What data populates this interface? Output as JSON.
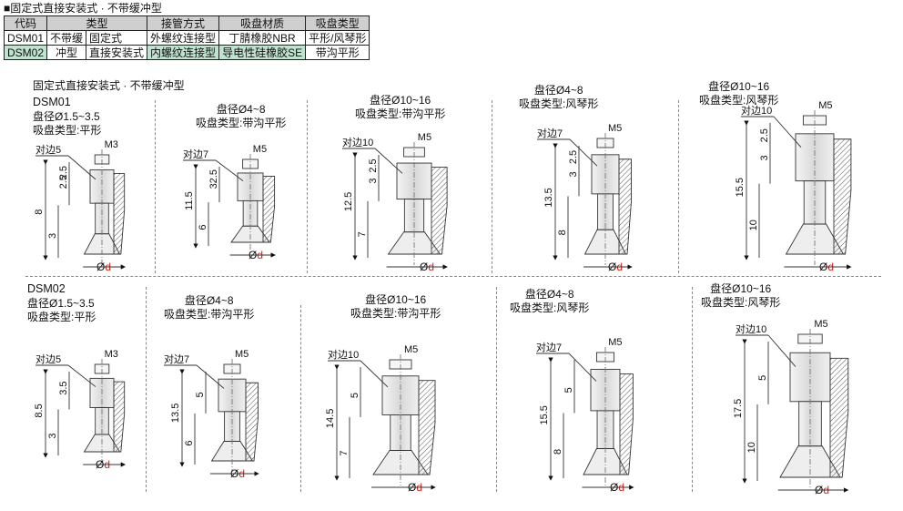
{
  "header": {
    "title": "■固定式直接安装式 · 不带缓冲型",
    "columns": [
      "代码",
      "类型",
      "接管方式",
      "吸盘材质",
      "吸盘类型"
    ],
    "rows": [
      {
        "code": "DSM01",
        "type_a": "不带缓",
        "type_b": "固定式",
        "mount": "外螺纹连接型",
        "material": "丁腈橡胶NBR",
        "cup": "平形/风琴形"
      },
      {
        "code": "DSM02",
        "type_a": "冲型",
        "type_b": "直接安装式",
        "mount": "内螺纹连接型",
        "material": "导电性硅橡胶SE",
        "cup": "带沟平形"
      }
    ]
  },
  "section_title": "固定式直接安装式 · 不带缓冲型",
  "rows": [
    {
      "code": "DSM01",
      "figures": [
        {
          "dia": "盘径Ø1.5~3.5",
          "cup": "吸盘类型:平形",
          "hex": "对边5",
          "thread": "M3",
          "dims": [
            "2.5",
            "2.5",
            "3",
            "8"
          ],
          "phi": "Ø",
          "phi_d": "d"
        },
        {
          "dia": "盘径Ø4~8",
          "cup": "吸盘类型:带沟平形",
          "hex": "对边7",
          "thread": "M5",
          "dims": [
            "3",
            "2.5",
            "6",
            "11.5"
          ],
          "phi": "Ø",
          "phi_d": "d"
        },
        {
          "dia": "盘径Ø10~16",
          "cup": "吸盘类型:带沟平形",
          "hex": "对边10",
          "thread": "M5",
          "dims": [
            "3",
            "2.5",
            "7",
            "12.5"
          ],
          "phi": "Ø",
          "phi_d": "d"
        },
        {
          "dia": "盘径Ø4~8",
          "cup": "吸盘类型:风琴形",
          "hex": "对边7",
          "thread": "M5",
          "dims": [
            "3",
            "2.5",
            "8",
            "13.5"
          ],
          "phi": "Ø",
          "phi_d": "d"
        },
        {
          "dia": "盘径Ø10~16",
          "cup": "吸盘类型:风琴形",
          "hex": "对边10",
          "thread": "M5",
          "dims": [
            "3",
            "2.5",
            "10",
            "15.5"
          ],
          "phi": "Ø",
          "phi_d": "d"
        }
      ]
    },
    {
      "code": "DSM02",
      "figures": [
        {
          "dia": "盘径Ø1.5~3.5",
          "cup": "吸盘类型:平形",
          "hex": "对边5",
          "thread": "M3",
          "dims": [
            "3.5",
            "3",
            "8.5"
          ],
          "phi": "Ø",
          "phi_d": "d"
        },
        {
          "dia": "盘径Ø4~8",
          "cup": "吸盘类型:带沟平形",
          "hex": "对边7",
          "thread": "M5",
          "dims": [
            "5",
            "6",
            "13.5"
          ],
          "phi": "Ø",
          "phi_d": "d"
        },
        {
          "dia": "盘径Ø10~16",
          "cup": "吸盘类型:带沟平形",
          "hex": "对边10",
          "thread": "M5",
          "dims": [
            "5",
            "7",
            "14.5"
          ],
          "phi": "Ø",
          "phi_d": "d"
        },
        {
          "dia": "盘径Ø4~8",
          "cup": "吸盘类型:风琴形",
          "hex": "对边7",
          "thread": "M5",
          "dims": [
            "5",
            "8",
            "15.5"
          ],
          "phi": "Ø",
          "phi_d": "d"
        },
        {
          "dia": "盘径Ø10~16",
          "cup": "吸盘类型:风琴形",
          "hex": "对边10",
          "thread": "M5",
          "dims": [
            "5",
            "10",
            "17.5"
          ],
          "phi": "Ø",
          "phi_d": "d"
        }
      ]
    }
  ],
  "colors": {
    "accent_red": "#e0201b",
    "table_header": "#cfcfcf",
    "highlight": "#bfe3cf"
  }
}
